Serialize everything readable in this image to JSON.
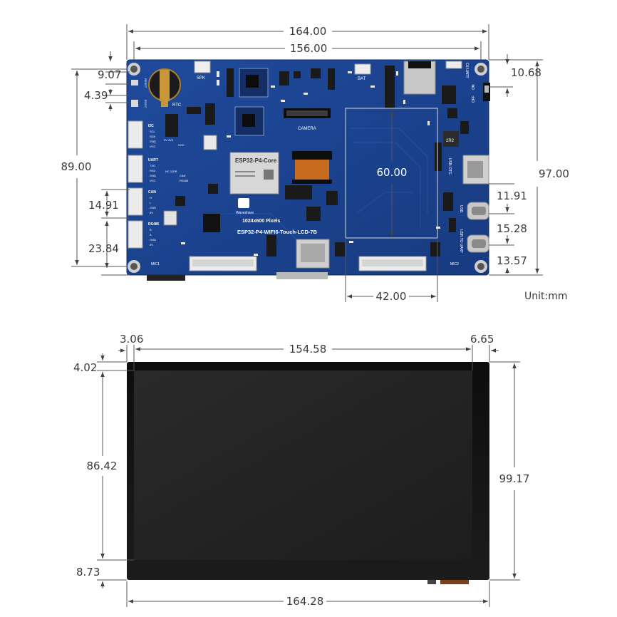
{
  "unit_label": "Unit:mm",
  "board": {
    "chip_label": "ESP32-P4-Core",
    "pixels_label": "1024x600 Pixels",
    "model_label": "ESP32-P4-WIFI6-Touch-LCD-7B",
    "brand": "Waveshare",
    "camera": "CAMERA",
    "rtc": "RTC",
    "spk": "SPK",
    "bat": "BAT",
    "mic1": "MIC1",
    "mic2": "MIC2",
    "usb_otg": "USB-OTG",
    "usb": "USB",
    "usb_to_uart": "USB TO UART",
    "c6_uart": "C6-UART",
    "on": "ON",
    "off": "OFF",
    "reset": "RESET",
    "boot": "BOOT",
    "i2c": {
      "title": "I2C",
      "pins": [
        "SCL",
        "SDA",
        "GND",
        "VCC"
      ]
    },
    "uart": {
      "title": "UART",
      "pins": [
        "TXD",
        "RXD",
        "GND",
        "VCC"
      ]
    },
    "can": {
      "title": "CAN",
      "pins": [
        "H",
        "L",
        "GND",
        "5V"
      ]
    },
    "rs485": {
      "title": "RS485",
      "pins": [
        "B",
        "A",
        "GND",
        "5V"
      ]
    },
    "nc_120r": "NC 120R",
    "can_sw": "CAN",
    "rs485_sw": "RS485",
    "v5_v33": "5V  3V3",
    "vcc": "VCC"
  },
  "top_dims": {
    "overall_width": "164.00",
    "hole_spacing_x": "156.00",
    "hole_spacing_y": "89.00",
    "overall_height": "97.00",
    "left_hole_offset": "9.07",
    "boot_offset": "4.39",
    "right_top_offset": "10.68",
    "screen_region_height": "60.00",
    "screen_region_width": "42.00",
    "can_offset": "14.91",
    "rs485_offset": "23.84",
    "usb_otg_offset": "11.91",
    "usb_offset": "15.28",
    "usb_uart_offset": "13.57"
  },
  "bottom_dims": {
    "left_border": "3.06",
    "active_width": "154.58",
    "right_border": "6.65",
    "top_border": "4.02",
    "active_height": "86.42",
    "total_height": "99.17",
    "bottom_border": "8.73",
    "total_width": "164.28"
  }
}
